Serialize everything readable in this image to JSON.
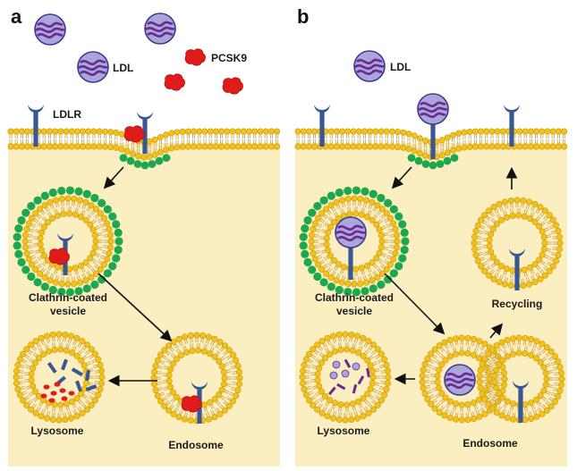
{
  "panels": [
    {
      "letter": "a",
      "labels": {
        "ldl": "LDL",
        "pcsk9": "PCSK9",
        "ldlr": "LDLR",
        "vesicle_line1": "Clathrin-coated",
        "vesicle_line2": "vesicle",
        "lysosome": "Lysosome",
        "endosome": "Endosome"
      }
    },
    {
      "letter": "b",
      "labels": {
        "ldl": "LDL",
        "vesicle_line1": "Clathrin-coated",
        "vesicle_line2": "vesicle",
        "lysosome": "Lysosome",
        "endosome": "Endosome",
        "recycling": "Recycling"
      }
    }
  ],
  "colors": {
    "cytoplasm": "#fbeec0",
    "lipid_head": "#f2c21b",
    "lipid_tail": "#d9a21a",
    "clathrin": "#1ea84e",
    "receptor": "#3a5795",
    "ldl_fill": "#a9a6dc",
    "ldl_stripe": "#6a2a8f",
    "pcsk9": "#e01b1b"
  }
}
